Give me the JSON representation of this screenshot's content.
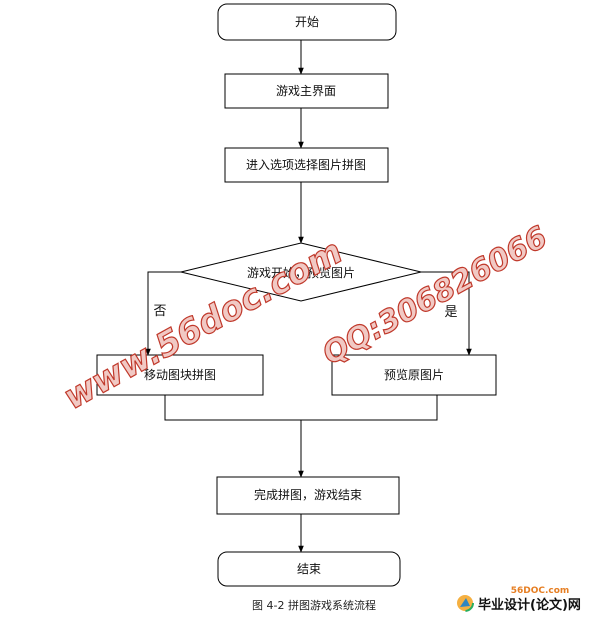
{
  "nodes": {
    "start": "开始",
    "main_ui": "游戏主界面",
    "select_image": "进入选项选择图片拼图",
    "decision": "游戏开始，预览图片",
    "move_blocks": "移动图块拼图",
    "preview_original": "预览原图片",
    "complete": "完成拼图，游戏结束",
    "end": "结束"
  },
  "branches": {
    "no": "否",
    "yes": "是"
  },
  "caption": "图 4-2  拼图游戏系统流程",
  "watermarks": {
    "site": "www.56doc.com",
    "qq": "QQ:306826066"
  },
  "logo": {
    "domain": "56DOC.com",
    "name": "毕业设计(论文)网"
  },
  "colors": {
    "line": "#000000",
    "watermark": "#c0392b",
    "logo_orange": "#e67e22",
    "logo_green": "#27ae60"
  }
}
